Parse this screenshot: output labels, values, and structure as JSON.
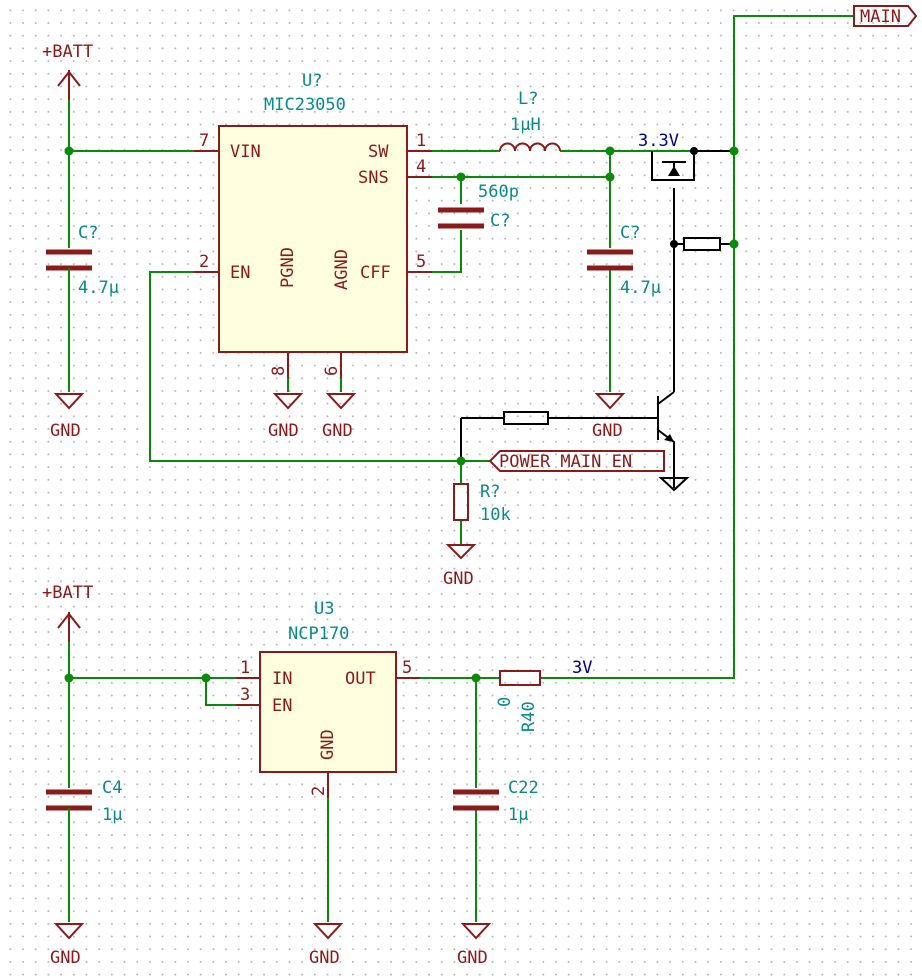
{
  "power": {
    "batt1": "+BATT",
    "batt2": "+BATT",
    "gnd1": "GND",
    "gnd2": "GND",
    "gnd3": "GND",
    "gnd4": "GND",
    "gnd5": "GND",
    "gnd6": "GND",
    "gnd7": "GND",
    "gnd8": "GND",
    "gnd9": "GND"
  },
  "u_top": {
    "ref": "U?",
    "value": "MIC23050",
    "pins": {
      "vin_name": "VIN",
      "vin_num": "7",
      "en_name": "EN",
      "en_num": "2",
      "sw_name": "SW",
      "sw_num": "1",
      "sns_name": "SNS",
      "sns_num": "4",
      "cff_name": "CFF",
      "cff_num": "5",
      "pgnd_name": "PGND",
      "pgnd_num": "8",
      "agnd_name": "AGND",
      "agnd_num": "6"
    }
  },
  "u3": {
    "ref": "U3",
    "value": "NCP170",
    "pins": {
      "in_name": "IN",
      "in_num": "1",
      "en_name": "EN",
      "en_num": "3",
      "out_name": "OUT",
      "out_num": "5",
      "gnd_name": "GND",
      "gnd_num": "2"
    }
  },
  "components": {
    "c_in_ref": "C?",
    "c_in_val": "4.7µ",
    "c_ff_ref": "C?",
    "c_ff_val": "560p",
    "c_out_ref": "C?",
    "c_out_val": "4.7µ",
    "l_ref": "L?",
    "l_val": "1µH",
    "r_en_ref": "R?",
    "r_en_val": "10k",
    "c4_ref": "C4",
    "c4_val": "1µ",
    "c22_ref": "C22",
    "c22_val": "1µ",
    "r40_ref": "R40",
    "r40_val": "0"
  },
  "nets": {
    "main": "MAIN",
    "power_main_en": "POWER_MAIN_EN",
    "net_33v": "3.3V",
    "net_3v": "3V"
  }
}
